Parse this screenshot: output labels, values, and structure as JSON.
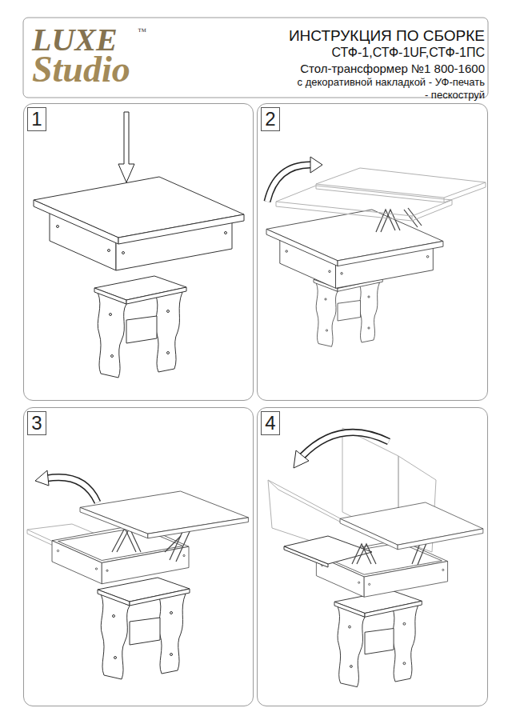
{
  "diagram": {
    "title": "ИНСТРУКЦИЯ ПО СБОРКЕ",
    "nodes": [
      {
        "text": [
          "1"
        ]
      },
      {
        "text": [
          "2"
        ]
      },
      {
        "text": [
          "3"
        ]
      },
      {
        "text": [
          "4"
        ]
      }
    ],
    "labels": [
      "LUXE",
      "™",
      "Studio",
      "СТФ-1,СТФ-1UF,СТФ-1ПС",
      "Стол-трансформер №1 800-1600",
      "с декоративной накладкой - УФ-печать",
      "- пескоструй"
    ]
  }
}
